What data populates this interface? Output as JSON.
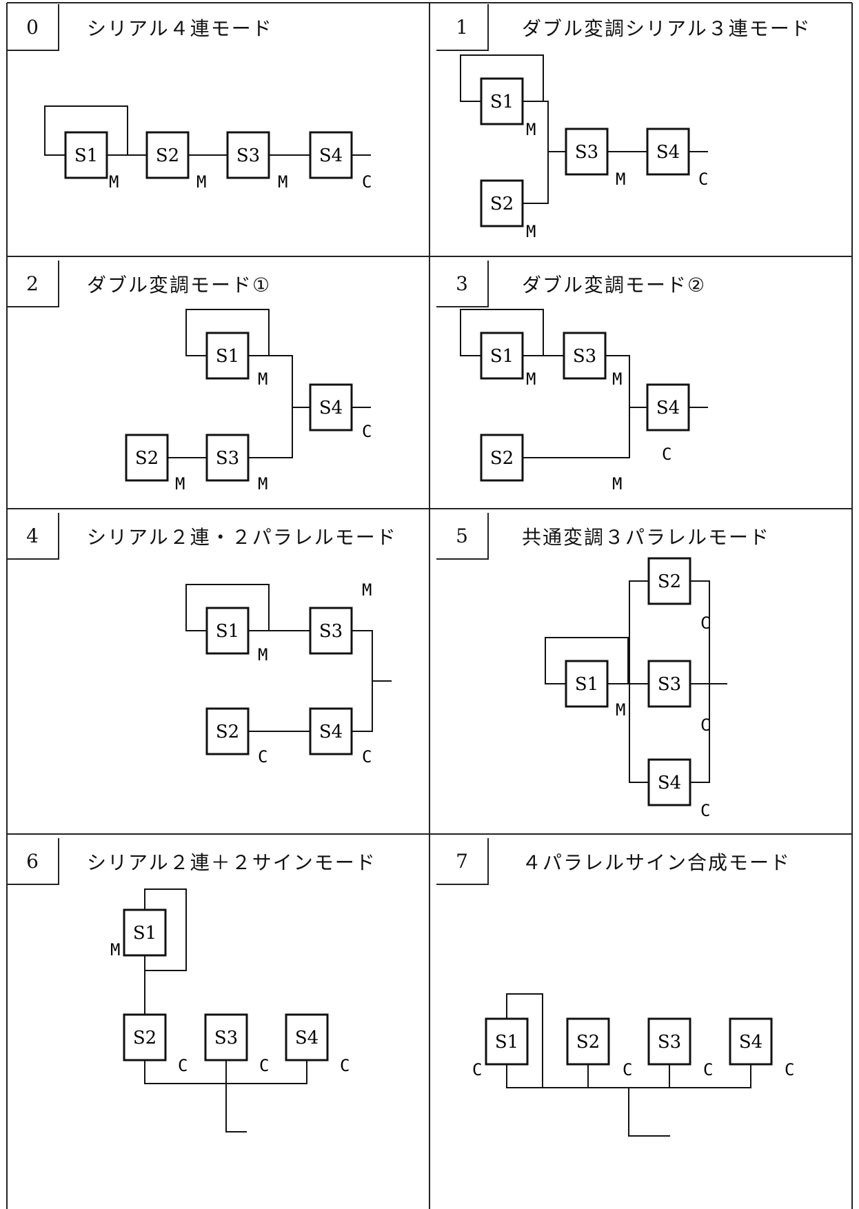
{
  "modes": [
    {
      "number": "0",
      "title": "シリアル４連モード",
      "ops": [
        "S1",
        "S2",
        "S3",
        "S4"
      ],
      "labels": [
        {
          "text": "M",
          "of": "S1"
        },
        {
          "text": "M",
          "of": "S2"
        },
        {
          "text": "M",
          "of": "S3"
        },
        {
          "text": "C",
          "of": "S4"
        }
      ]
    },
    {
      "number": "1",
      "title": "ダブル変調シリアル３連モード",
      "ops": [
        "S1",
        "S2",
        "S3",
        "S4"
      ],
      "labels": [
        {
          "text": "M",
          "of": "S1"
        },
        {
          "text": "M",
          "of": "S2"
        },
        {
          "text": "M",
          "of": "S3"
        },
        {
          "text": "C",
          "of": "S4"
        }
      ]
    },
    {
      "number": "2",
      "title": "ダブル変調モード①",
      "ops": [
        "S1",
        "S2",
        "S3",
        "S4"
      ],
      "labels": [
        {
          "text": "M",
          "of": "S1"
        },
        {
          "text": "M",
          "of": "S2"
        },
        {
          "text": "M",
          "of": "S3"
        },
        {
          "text": "C",
          "of": "S4"
        }
      ]
    },
    {
      "number": "3",
      "title": "ダブル変調モード②",
      "ops": [
        "S1",
        "S2",
        "S3",
        "S4"
      ],
      "labels": [
        {
          "text": "M",
          "of": "S1"
        },
        {
          "text": "M",
          "of": "S2"
        },
        {
          "text": "M",
          "of": "S3"
        },
        {
          "text": "C",
          "of": "S4"
        }
      ]
    },
    {
      "number": "4",
      "title": "シリアル２連・２パラレルモード",
      "ops": [
        "S1",
        "S2",
        "S3",
        "S4"
      ],
      "labels": [
        {
          "text": "M",
          "of": "S1"
        },
        {
          "text": "C",
          "of": "S2"
        },
        {
          "text": "M",
          "of": "S3"
        },
        {
          "text": "C",
          "of": "S4"
        }
      ]
    },
    {
      "number": "5",
      "title": "共通変調３パラレルモード",
      "ops": [
        "S1",
        "S2",
        "S3",
        "S4"
      ],
      "labels": [
        {
          "text": "M",
          "of": "S1"
        },
        {
          "text": "C",
          "of": "S2"
        },
        {
          "text": "C",
          "of": "S3"
        },
        {
          "text": "C",
          "of": "S4"
        }
      ]
    },
    {
      "number": "6",
      "title": "シリアル２連＋２サインモード",
      "ops": [
        "S1",
        "S2",
        "S3",
        "S4"
      ],
      "labels": [
        {
          "text": "M",
          "of": "S1"
        },
        {
          "text": "C",
          "of": "S2"
        },
        {
          "text": "C",
          "of": "S3"
        },
        {
          "text": "C",
          "of": "S4"
        }
      ]
    },
    {
      "number": "7",
      "title": "４パラレルサイン合成モード",
      "ops": [
        "S1",
        "S2",
        "S3",
        "S4"
      ],
      "labels": [
        {
          "text": "C",
          "of": "S1"
        },
        {
          "text": "C",
          "of": "S2"
        },
        {
          "text": "C",
          "of": "S3"
        },
        {
          "text": "C",
          "of": "S4"
        }
      ]
    }
  ]
}
